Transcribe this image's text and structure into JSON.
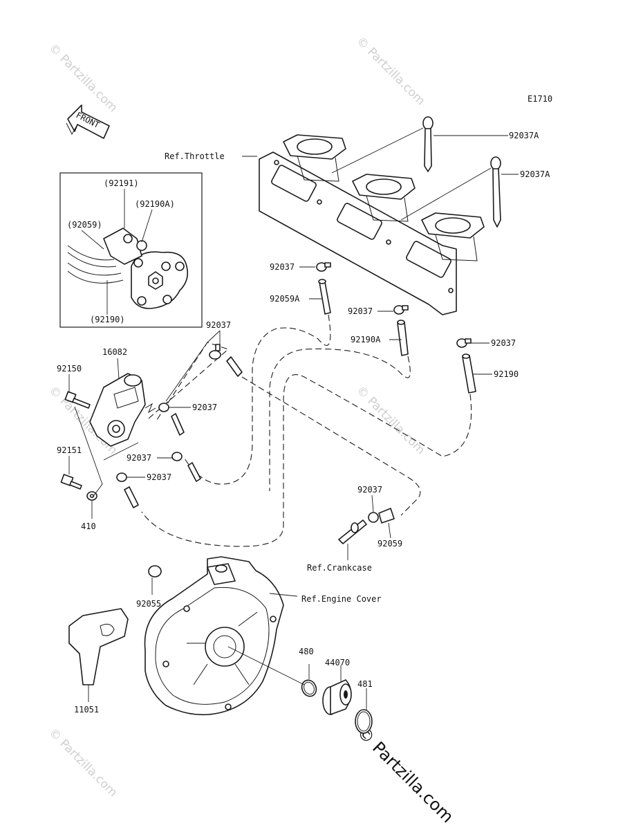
{
  "diagram_code": "E1710",
  "front_label": "FRONT",
  "references": {
    "throttle": "Ref.Throttle",
    "crankcase": "Ref.Crankcase",
    "engine_cover": "Ref.Engine Cover"
  },
  "inset_labels": {
    "p92191": "(92191)",
    "p92190A": "(92190A)",
    "p92059": "(92059)",
    "p92190": "(92190)"
  },
  "part_labels": {
    "p92037A_top": "92037A",
    "p92037A_mid": "92037A",
    "p92037_a": "92037",
    "p92059A": "92059A",
    "p92037_b": "92037",
    "p92190A": "92190A",
    "p92037_c": "92037",
    "p92190": "92190",
    "p92037_d": "92037",
    "p16082": "16082",
    "p92150": "92150",
    "p92037_e": "92037",
    "p92151": "92151",
    "p92037_f": "92037",
    "p92037_g": "92037",
    "p410": "410",
    "p92037_h": "92037",
    "p92059": "92059",
    "p92055": "92055",
    "p480": "480",
    "p44070": "44070",
    "p481": "481",
    "p11051": "11051"
  },
  "watermark": {
    "text": "© Partzilla.com",
    "main": "© Partzilla.com"
  }
}
